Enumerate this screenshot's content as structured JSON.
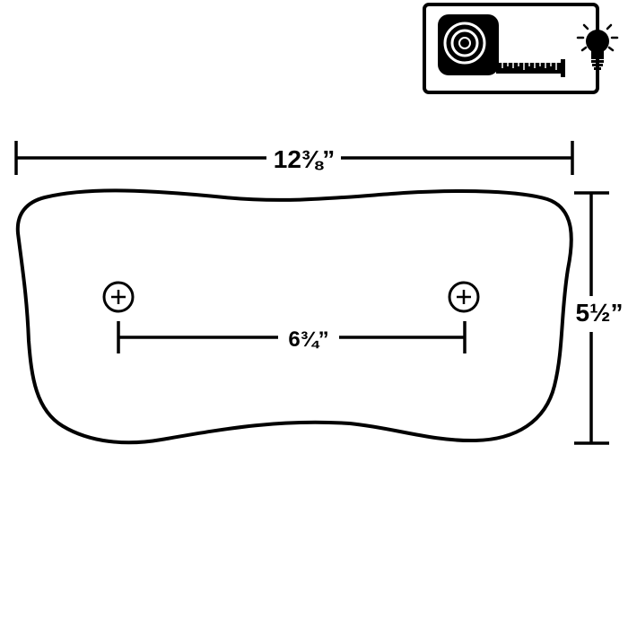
{
  "icon_badge": {
    "icons": [
      "tape-measure-icon",
      "light-bulb-icon"
    ]
  },
  "dimensions": {
    "overall_width": "12⅜”",
    "overall_height": "5½”",
    "hole_spacing": "6¾”"
  },
  "colors": {
    "line": "#000000",
    "background": "#ffffff"
  }
}
